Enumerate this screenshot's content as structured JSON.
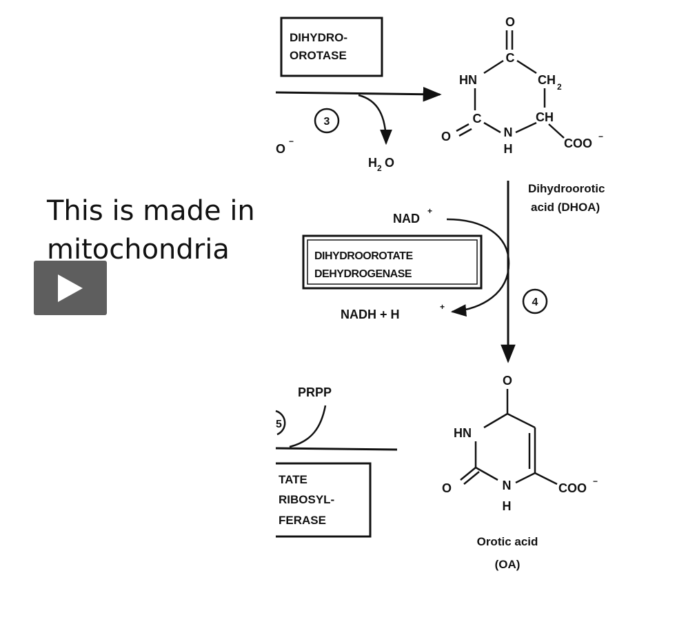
{
  "slide": {
    "caption_line1": "This is made in",
    "caption_line2": "mitochondria",
    "play_icon": "play-icon"
  },
  "diagram": {
    "enzyme_dihydroorotase": [
      "DIHYDRO-",
      "OROTASE"
    ],
    "enzyme_dhodh": [
      "DIHYDROOROTATE",
      "DEHYDROGENASE"
    ],
    "enzyme_oprt": [
      "TATE",
      "RIBOSYL-",
      "FERASE"
    ],
    "step3": "3",
    "step4": "4",
    "step5": "5",
    "o_minus": "O",
    "water": "H",
    "water_sub": "2",
    "water_o": "O",
    "nad": "NAD",
    "nadh": "NADH + H",
    "prpp": "PRPP",
    "dhoa_name": [
      "Dihydroorotic",
      "acid (DHOA)"
    ],
    "oa_name": [
      "Orotic acid",
      "(OA)"
    ],
    "atoms": {
      "O": "O",
      "C": "C",
      "HN": "HN",
      "N": "N",
      "H": "H",
      "CH2": "CH",
      "CH2_sub": "2",
      "CH": "CH",
      "COO": "COO"
    }
  }
}
